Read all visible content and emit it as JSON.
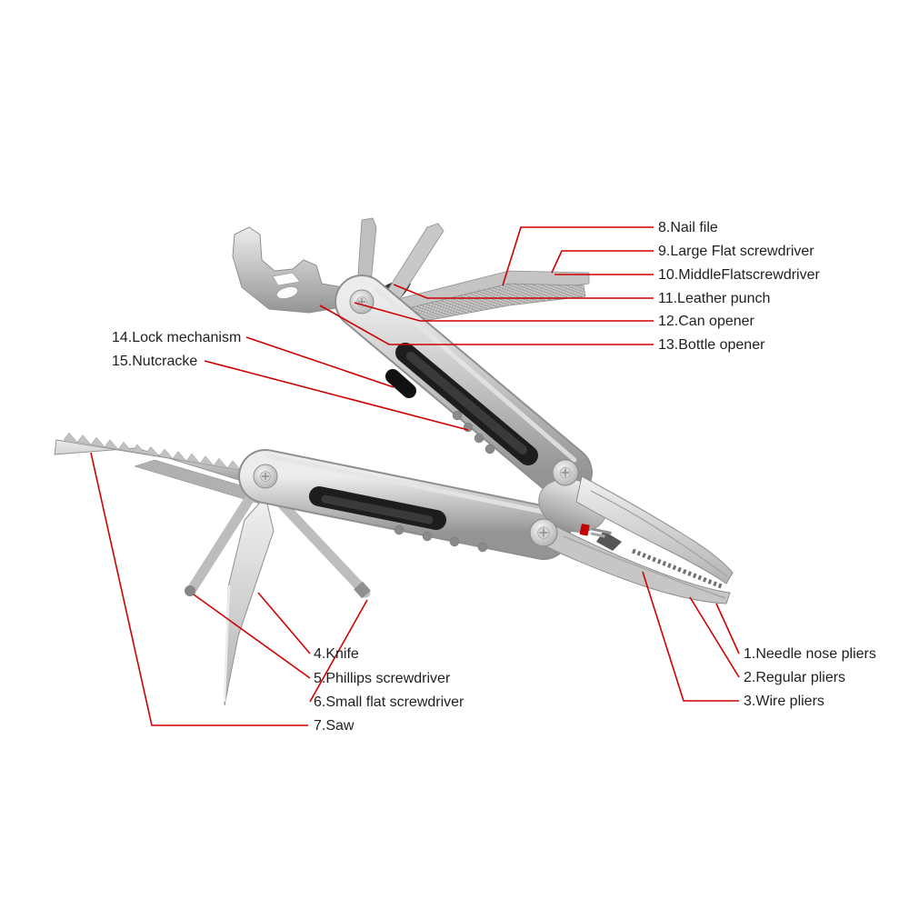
{
  "figure": {
    "accent_color": "#cf0000",
    "text_color": "#1f1f1f"
  },
  "labels": [
    {
      "text": "1.Needle nose pliers"
    },
    {
      "text": "2.Regular pliers"
    },
    {
      "text": "3.Wire pliers"
    },
    {
      "text": "4.Knife"
    },
    {
      "text": "5.Phillips screwdriver"
    },
    {
      "text": "6.Small flat screwdriver"
    },
    {
      "text": "7.Saw"
    },
    {
      "text": "8.Nail file"
    },
    {
      "text": "9.Large Flat screwdriver"
    },
    {
      "text": "10.MiddleFlatscrewdriver"
    },
    {
      "text": "11.Leather punch"
    },
    {
      "text": "12.Can opener"
    },
    {
      "text": "13.Bottle opener"
    },
    {
      "text": "14.Lock mechanism"
    },
    {
      "text": "15.Nutcracke"
    }
  ]
}
